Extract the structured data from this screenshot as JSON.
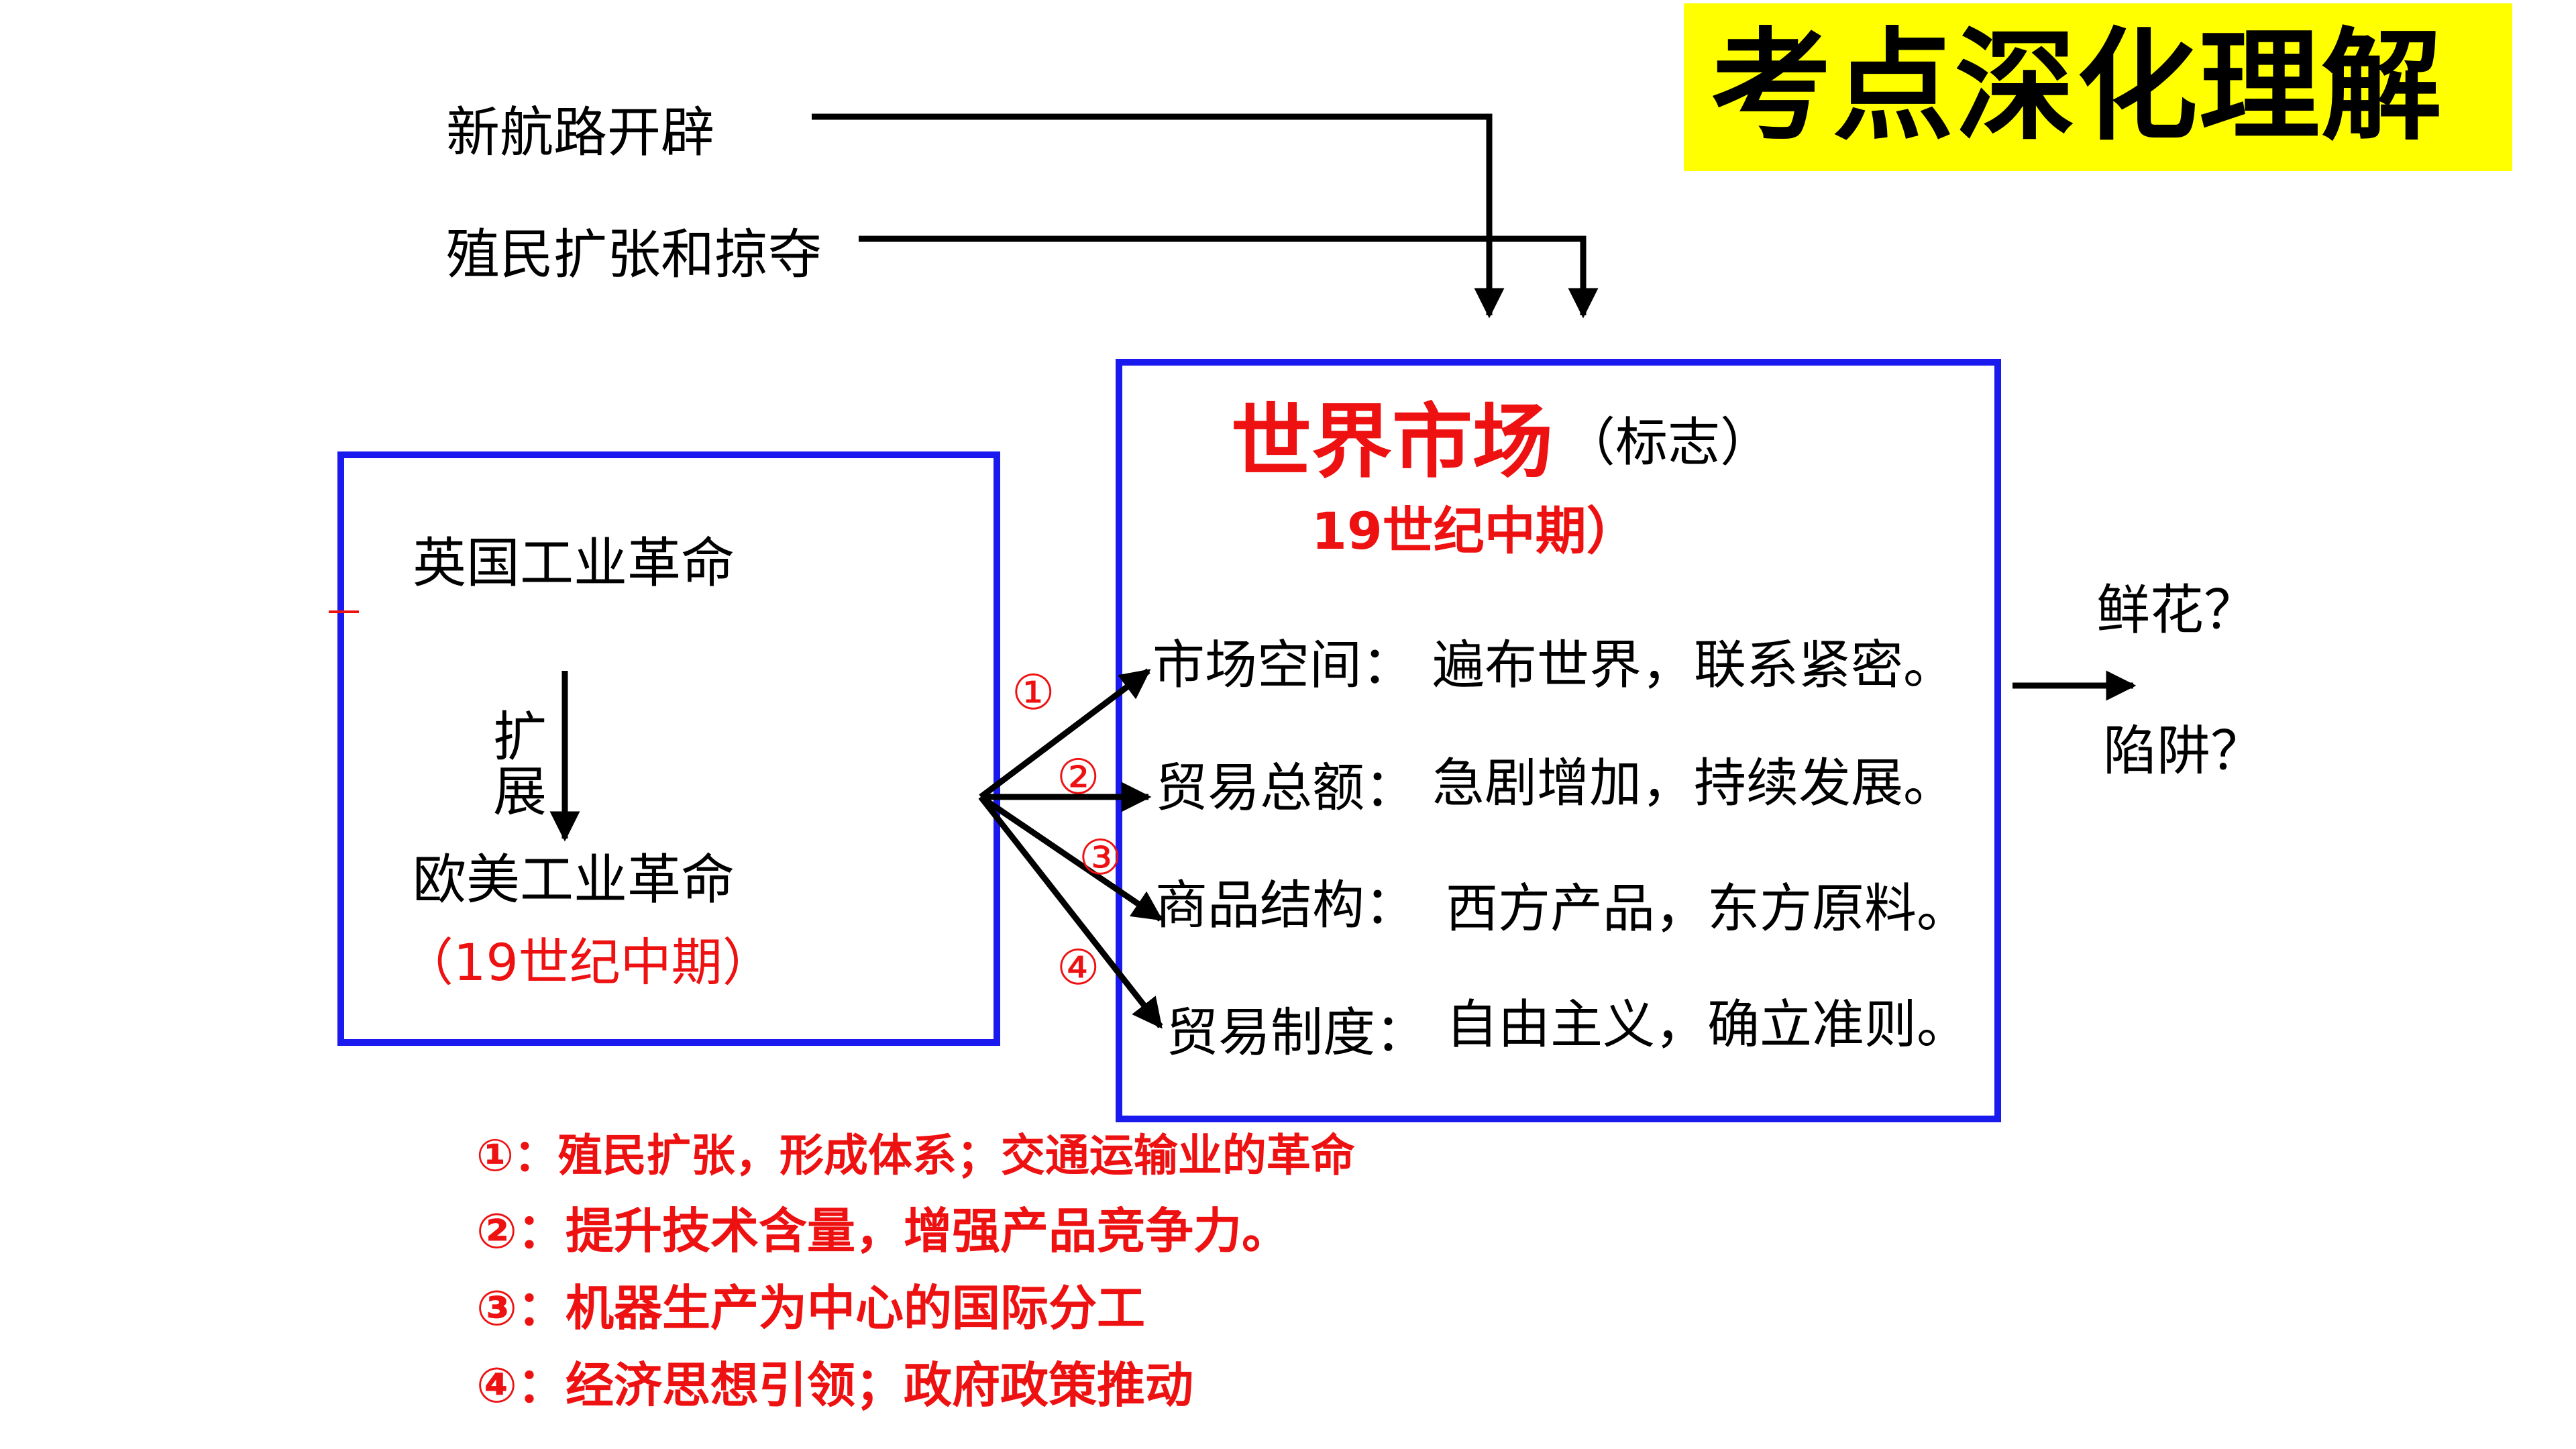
{
  "banner": {
    "title": "考点深化理解"
  },
  "top_sources": {
    "route": "新航路开辟",
    "colonial": "殖民扩张和掠夺"
  },
  "left_box": {
    "britain": "英国工业革命",
    "expand": "扩展",
    "west": "欧美工业革命",
    "period": "（19世纪中期）"
  },
  "market_box": {
    "title": "世界市场",
    "sign": "（标志）",
    "period": "19世纪中期）",
    "rows": [
      {
        "label": "市场空间：",
        "value": "遍布世界，联系紧密。"
      },
      {
        "label": "贸易总额：",
        "value": "急剧增加，持续发展。"
      },
      {
        "label": "商品结构：",
        "value": "西方产品，东方原料。"
      },
      {
        "label": "贸易制度：",
        "value": "自由主义，确立准则。"
      }
    ]
  },
  "markers": [
    "①",
    "②",
    "③",
    "④"
  ],
  "outcome": {
    "flowers": "鲜花？",
    "trap": "陷阱？"
  },
  "notes": [
    "①：殖民扩张，形成体系；交通运输业的革命",
    "②：提升技术含量，增强产品竞争力。",
    "③：机器生产为中心的国际分工",
    "④：经济思想引领；政府政策推动"
  ],
  "colors": {
    "box_border": "#1a1aee",
    "accent_red": "#ee1111",
    "banner_bg": "#ffff00"
  }
}
